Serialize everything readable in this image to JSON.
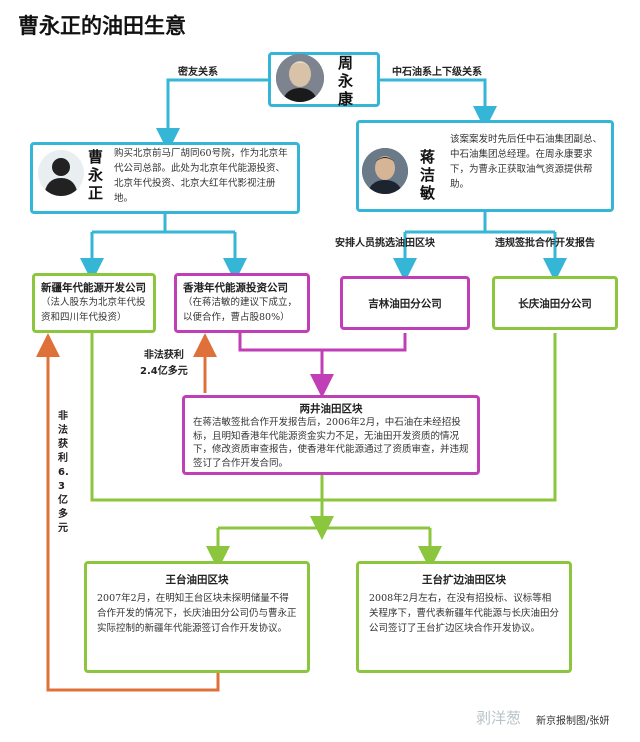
{
  "title": "曹永正的油田生意",
  "people": {
    "zhou": {
      "name": "周永康"
    },
    "cao": {
      "name": "曹永正",
      "desc": "购买北京前马厂胡同60号院，作为北京年代公司总部。此处为北京年代能源投资、北京年代投资、北京大红年代影视注册地。"
    },
    "jiang": {
      "name": "蒋洁敏",
      "desc": "该案案发时先后任中石油集团副总、中石油集团总经理。在周永康要求下，为曹永正获取油气资源提供帮助。"
    }
  },
  "relations": {
    "friend": "密友关系",
    "superior": "中石油系上下级关系",
    "arrange": "安排人员挑选油田区块",
    "approve": "违规签批合作开发报告",
    "profit1": "非法获利\n2.4亿多元",
    "profit2": "非法获利6.3亿多元"
  },
  "companies": {
    "xinjiang": {
      "name": "新疆年代能源开发公司",
      "note": "（法人股东为北京年代投资和四川年代投资）"
    },
    "hongkong": {
      "name": "香港年代能源投资公司",
      "note": "（在蒋洁敏的建议下成立，以便合作，曹占股80%）"
    },
    "jilin": {
      "name": "吉林油田分公司"
    },
    "changqing": {
      "name": "长庆油田分公司"
    }
  },
  "blocks": {
    "liangjing": {
      "name": "两井油田区块",
      "desc": "在蒋洁敏签批合作开发报告后，2006年2月，中石油在未经招投标，且明知香港年代能源资金实力不足，无油田开发资质的情况下，修改资质审查报告，使香港年代能源通过了资质审查，并违规签订了合作开发合同。"
    },
    "wangtai": {
      "name": "王台油田区块",
      "desc": "2007年2月，在明知王台区块未探明储量不得合作开发的情况下，长庆油田分公司仍与曹永正实际控制的新疆年代能源签订合作开发协议。"
    },
    "wangtai_ext": {
      "name": "王台扩边油田区块",
      "desc": "2008年2月左右，在没有招投标、议标等相关程序下，曹代表新疆年代能源与长庆油田分公司签订了王台扩边区块合作开发协议。"
    }
  },
  "footer": {
    "watermark": "剥洋葱",
    "credit": "新京报制图/张妍"
  },
  "colors": {
    "blue": "#35b6d6",
    "green": "#8cc63f",
    "magenta": "#c13fb6",
    "orange": "#e0703a"
  }
}
